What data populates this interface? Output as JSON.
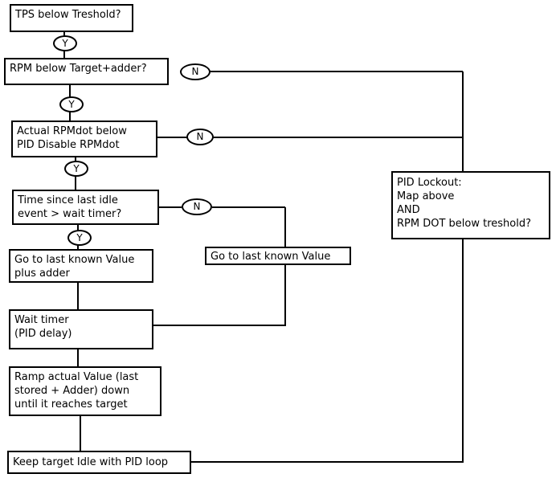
{
  "boxes": {
    "tps": [
      "TPS below Treshold?"
    ],
    "rpm": [
      "RPM below Target+adder?"
    ],
    "rpmdot": [
      "Actual RPMdot below",
      "PID Disable RPMdot"
    ],
    "time": [
      "Time since last idle",
      "event > wait timer?"
    ],
    "goto_adder": [
      "Go to last known Value",
      "plus adder"
    ],
    "goto": [
      "Go to last known Value"
    ],
    "wait": [
      "Wait timer",
      "(PID delay)"
    ],
    "ramp": [
      "Ramp actual Value (last",
      "stored + Adder) down",
      "until it reaches target"
    ],
    "keep": [
      "Keep target Idle with PID loop"
    ],
    "lockout": [
      "PID Lockout:",
      "Map above",
      "AND",
      "RPM DOT below treshold?"
    ]
  },
  "labels": {
    "yes": "Y",
    "no": "N"
  }
}
